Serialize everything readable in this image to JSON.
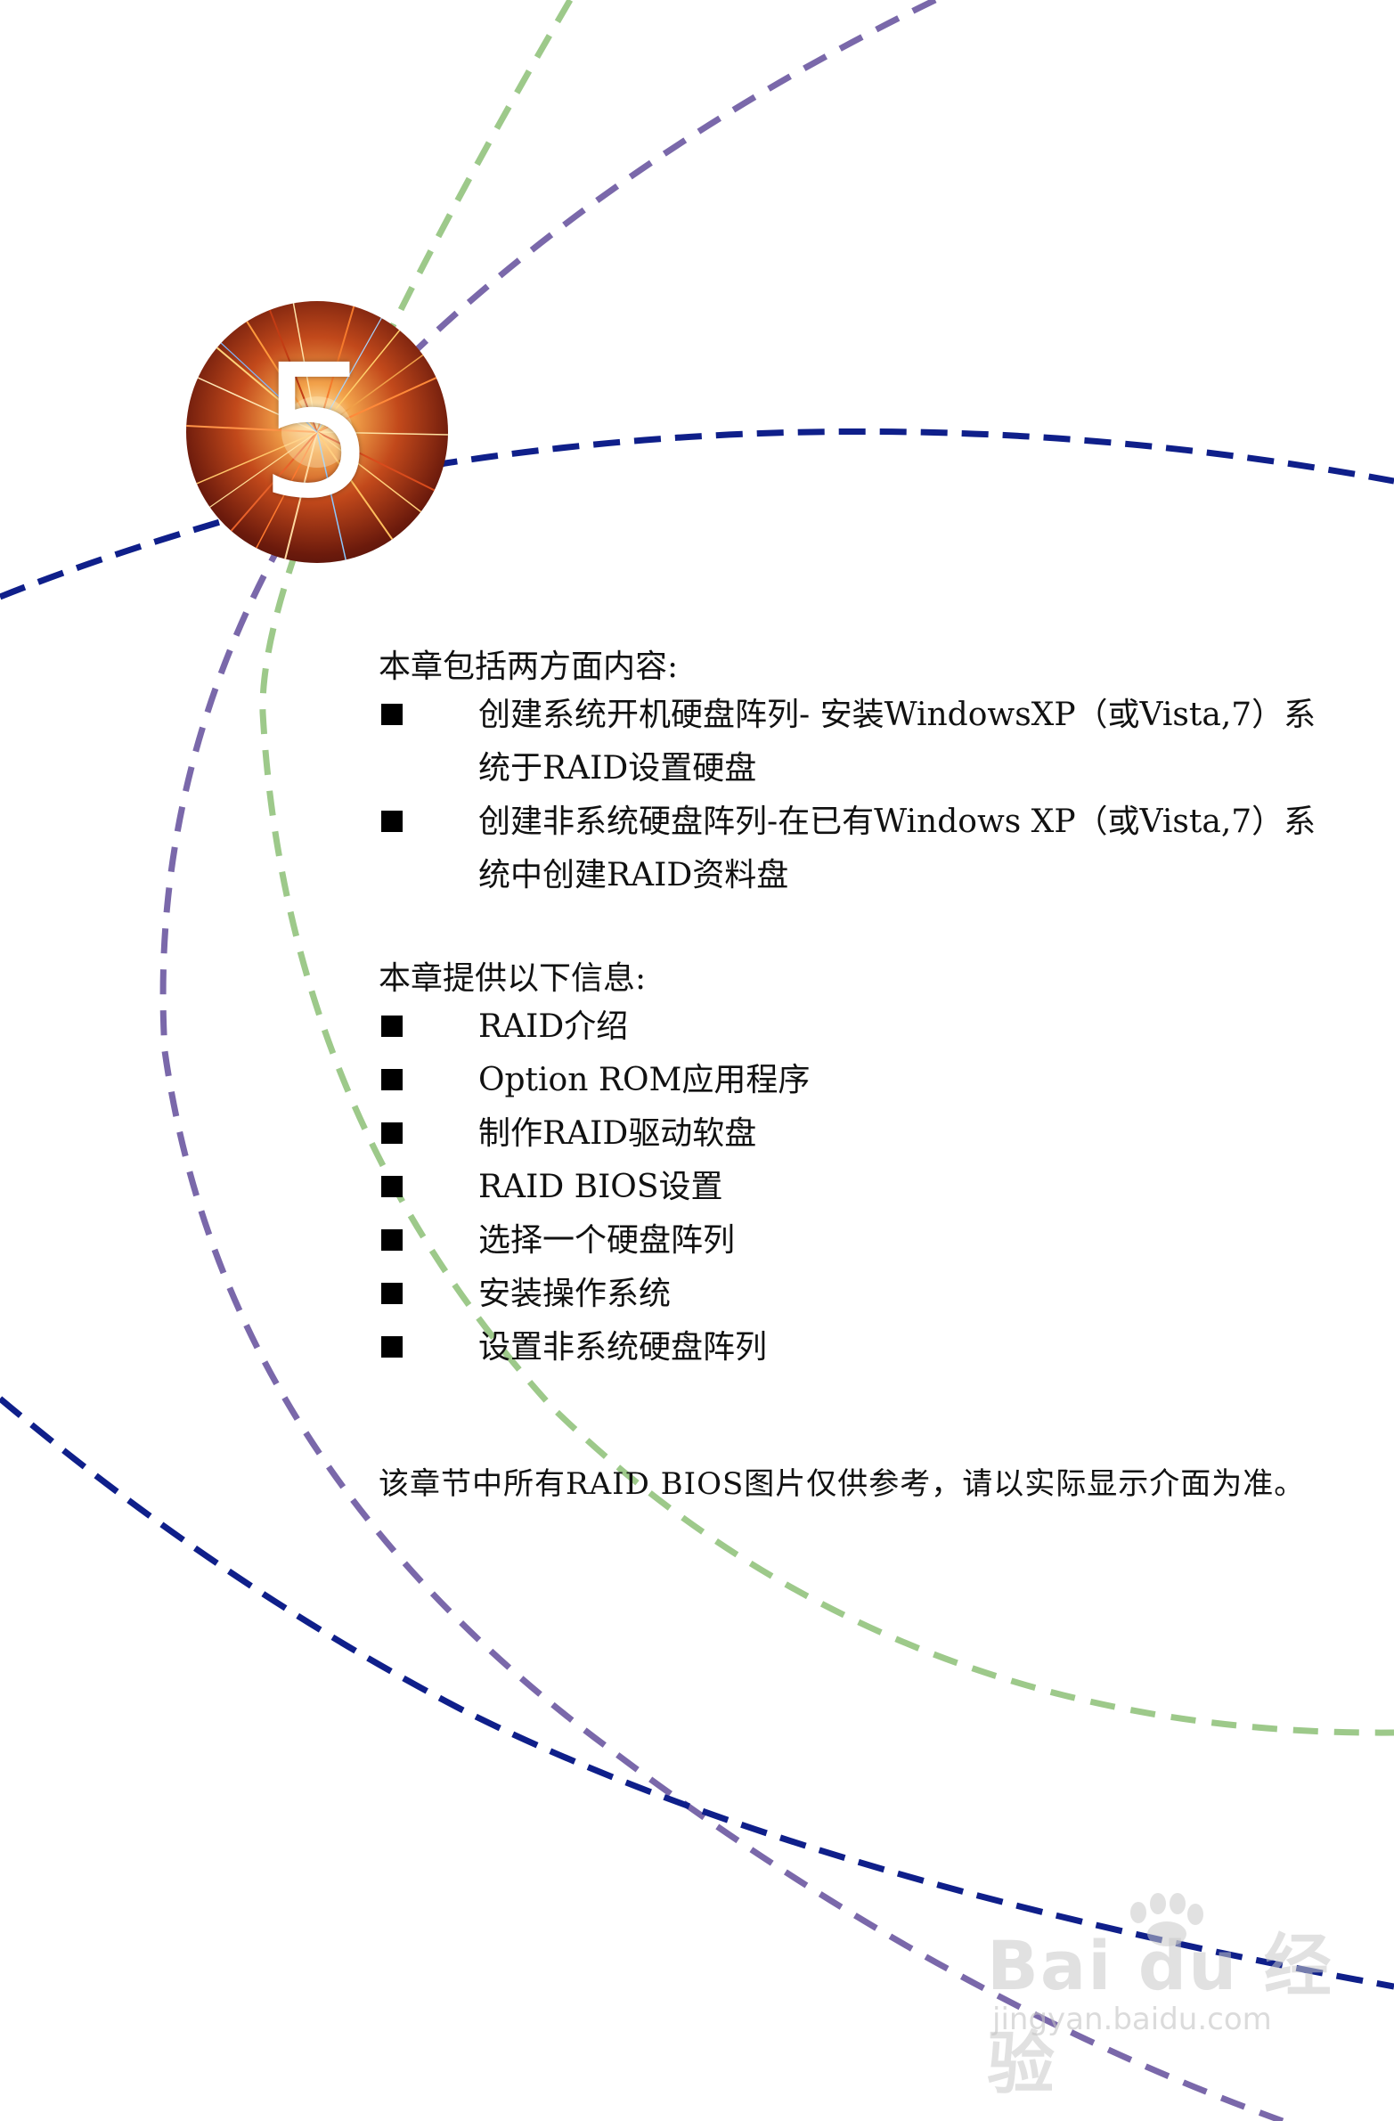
{
  "chapter": {
    "number": "5"
  },
  "intro_a": "本章包括两方面内容:",
  "list_a": [
    "创建系统开机硬盘阵列- 安装WindowsXP（或Vista,7）系统于RAID设置硬盘",
    "创建非系统硬盘阵列-在已有Windows XP（或Vista,7）系统中创建RAID资料盘"
  ],
  "intro_b": "本章提供以下信息:",
  "list_b": [
    "RAID介绍",
    "Option ROM应用程序",
    "制作RAID驱动软盘",
    "RAID  BIOS设置",
    "选择一个硬盘阵列",
    "安装操作系统",
    "设置非系统硬盘阵列"
  ],
  "note": "该章节中所有RAID  BIOS图片仅供参考，请以实际显示介面为准。",
  "watermark": {
    "brand": "Bai du 经验",
    "url": "jingyan.baidu.com"
  },
  "colors": {
    "green_dash": "#9dc98a",
    "purple_dash": "#7a68aa",
    "navy_dash": "#0f1f8a",
    "bullet": "#000000"
  }
}
